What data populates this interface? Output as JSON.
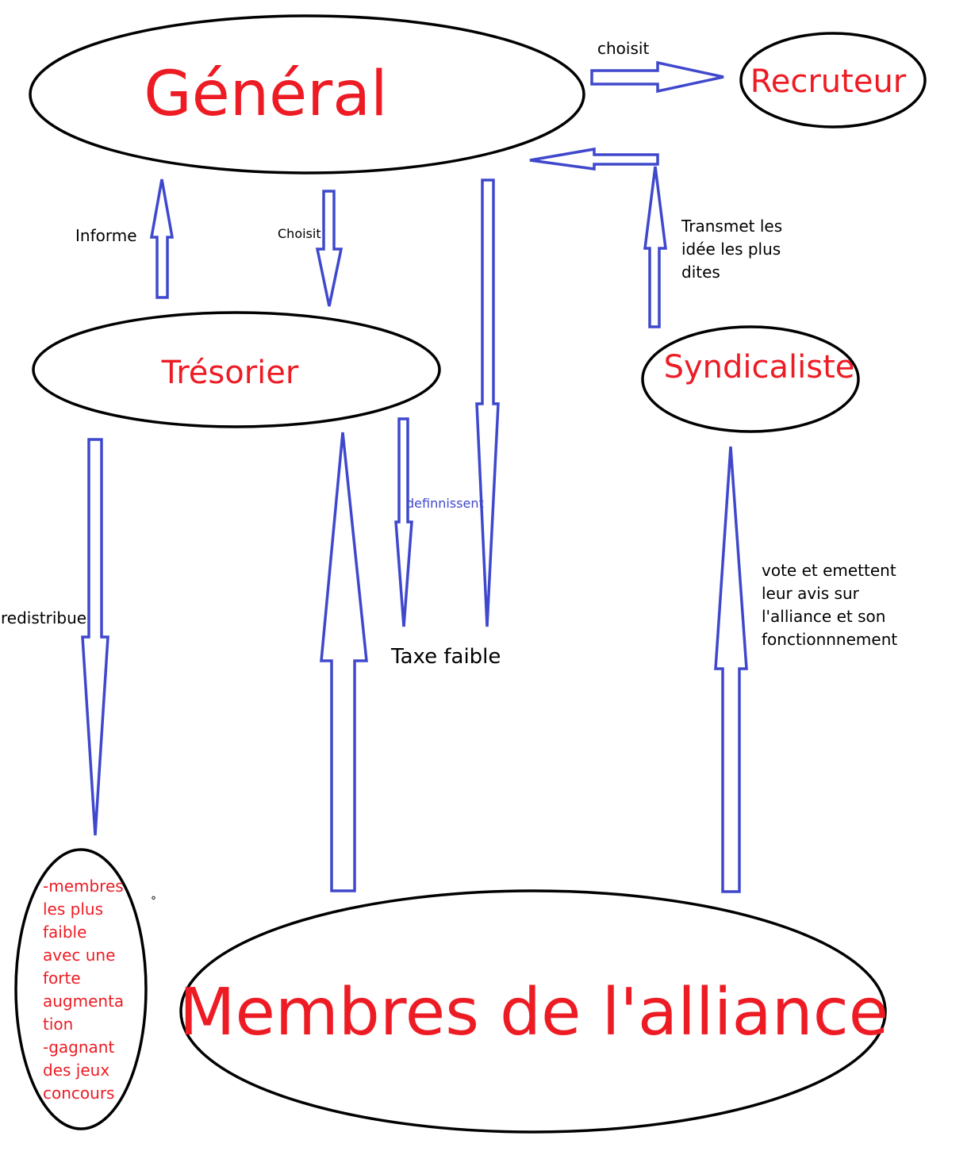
{
  "colors": {
    "node_text": "#ed1c24",
    "arrow": "#3f48cc",
    "outline": "#000000",
    "label": "#000000",
    "label_blue": "#3f48cc"
  },
  "nodes": {
    "general": "Général",
    "recruteur": "Recruteur",
    "tresorier": "Trésorier",
    "syndicaliste": "Syndicaliste",
    "membres": "Membres de l'alliance"
  },
  "edges": {
    "choisit_recruteur": "choisit",
    "informe": "Informe",
    "choisit_tresorier": "Choisit",
    "transmet": [
      "Transmet les",
      "idée les plus",
      "dites"
    ],
    "definissent": "definnissent",
    "redistribue": "redistribue",
    "vote": [
      "vote et emettent",
      "leur avis sur",
      "l'alliance et son",
      "fonctionnnement"
    ]
  },
  "taxe": "Taxe faible",
  "beneficiaires": [
    "-membres",
    "les plus",
    "faible",
    "avec une",
    "forte",
    "augmenta",
    "tion",
    "-gagnant",
    "des jeux",
    "concours"
  ],
  "stray_mark": "°"
}
